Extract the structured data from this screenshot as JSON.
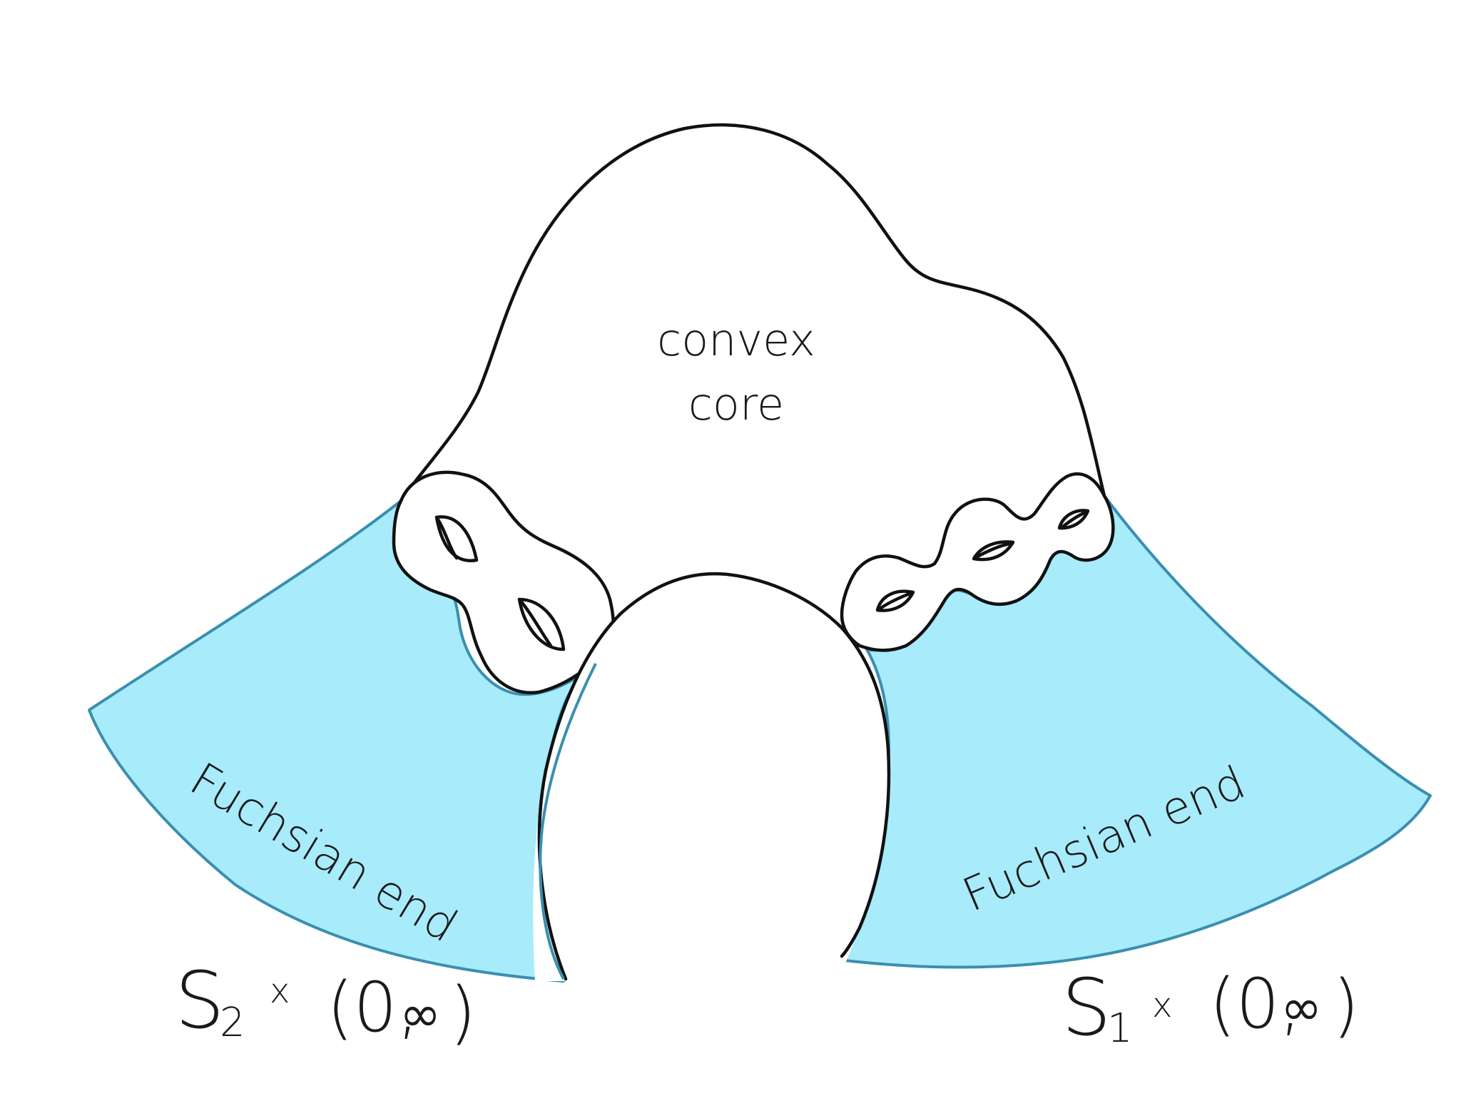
{
  "colors": {
    "end_fill": "#a8ebfb",
    "end_edge": "#3a8fb0",
    "outline": "#111111"
  },
  "labels": {
    "core_line1": "convex",
    "core_line2": "core",
    "left_end": "Fuchsian end",
    "right_end": "Fuchsian end"
  },
  "left_product": {
    "surface": "S",
    "subscript": "2",
    "times": "x",
    "interval_open": "(0,",
    "infinity": "∞",
    "interval_close": ")"
  },
  "right_product": {
    "surface": "S",
    "subscript": "1",
    "times": "x",
    "interval_open": "(0,",
    "infinity": "∞",
    "interval_close": ")"
  }
}
